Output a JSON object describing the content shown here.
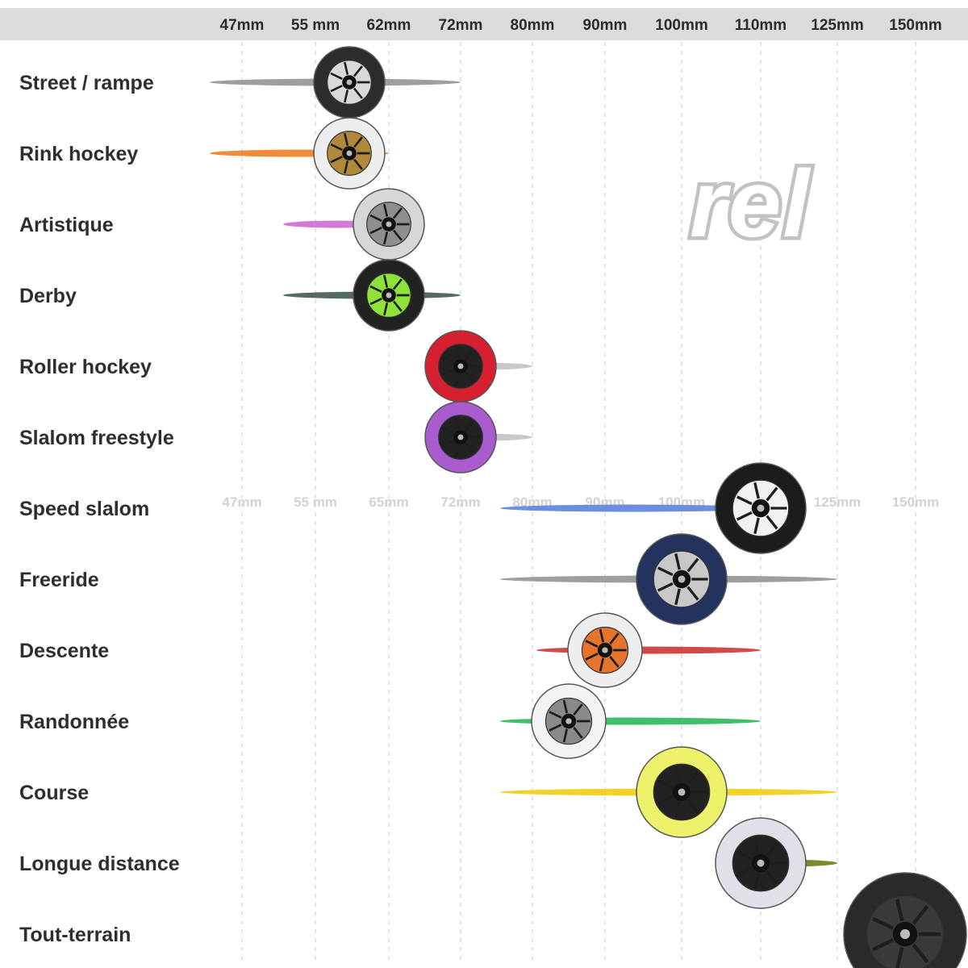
{
  "logo_text": "rel",
  "chart_data": {
    "type": "range-bar",
    "title": "",
    "xlabel": "",
    "ylabel": "",
    "x_ticks_top": [
      "47mm",
      "55 mm",
      "62mm",
      "72mm",
      "80mm",
      "90mm",
      "100mm",
      "110mm",
      "125mm",
      "150mm"
    ],
    "x_ticks_mid": [
      "47mm",
      "55 mm",
      "65mm",
      "72mm",
      "80mm",
      "90mm",
      "100mm",
      "110mm",
      "125mm",
      "150mm"
    ],
    "grid": "vertical-dashed",
    "series": [
      {
        "category": "Street / rampe",
        "min": "47mm",
        "max": "72mm",
        "wheel": "55 mm",
        "color": "#9e9e9e",
        "wheel_color": "#2c2c2c",
        "hub_color": "#d9d9d9"
      },
      {
        "category": "Rink hockey",
        "min": "47mm",
        "max": "62mm",
        "wheel": "55 mm",
        "color": "#f28a38",
        "wheel_color": "#eeeeee",
        "hub_color": "#b08a3a"
      },
      {
        "category": "Artistique",
        "min": "55 mm",
        "max": "62mm",
        "wheel": "62mm",
        "color": "#d27bd6",
        "wheel_color": "#d5d8d6",
        "hub_color": "#8f8f8f"
      },
      {
        "category": "Derby",
        "min": "55 mm",
        "max": "72mm",
        "wheel": "62mm",
        "color": "#546a62",
        "wheel_color": "#222222",
        "hub_color": "#8ee23a"
      },
      {
        "category": "Roller hockey",
        "min": "72mm",
        "max": "80mm",
        "wheel": "72mm",
        "color": "#c8c8c8",
        "wheel_color": "#d62030",
        "hub_color": "#222222"
      },
      {
        "category": "Slalom freestyle",
        "min": "72mm",
        "max": "80mm",
        "wheel": "72mm",
        "color": "#c8c8c8",
        "wheel_color": "#a85ccd",
        "hub_color": "#222222"
      },
      {
        "category": "Speed slalom",
        "min": "80mm",
        "max": "110mm",
        "wheel": "110mm",
        "color": "#6b8ede",
        "wheel_color": "#1c1c1c",
        "hub_color": "#f2f2f2"
      },
      {
        "category": "Freeride",
        "min": "80mm",
        "max": "125mm",
        "wheel": "100mm",
        "color": "#9e9e9e",
        "wheel_color": "#23335e",
        "hub_color": "#c8c8c8"
      },
      {
        "category": "Descente",
        "min": "85mm",
        "max": "110mm",
        "wheel": "90mm",
        "color": "#d14a4a",
        "wheel_color": "#eeeeee",
        "hub_color": "#e8732a"
      },
      {
        "category": "Randonnée",
        "min": "80mm",
        "max": "110mm",
        "wheel": "85mm",
        "color": "#3fbf6a",
        "wheel_color": "#f3f3f3",
        "hub_color": "#8a8a8a"
      },
      {
        "category": "Course",
        "min": "80mm",
        "max": "125mm",
        "wheel": "100mm",
        "color": "#f2d12a",
        "wheel_color": "#eef26a",
        "hub_color": "#222222"
      },
      {
        "category": "Longue distance",
        "min": "110mm",
        "max": "125mm",
        "wheel": "110mm",
        "color": "#7b8a2a",
        "wheel_color": "#e2dfe8",
        "hub_color": "#222222"
      },
      {
        "category": "Tout-terrain",
        "min": "150mm",
        "max": "150mm",
        "wheel": "150mm",
        "color": "#555555",
        "wheel_color": "#2a2a2a",
        "hub_color": "#3a3a3a"
      }
    ]
  }
}
